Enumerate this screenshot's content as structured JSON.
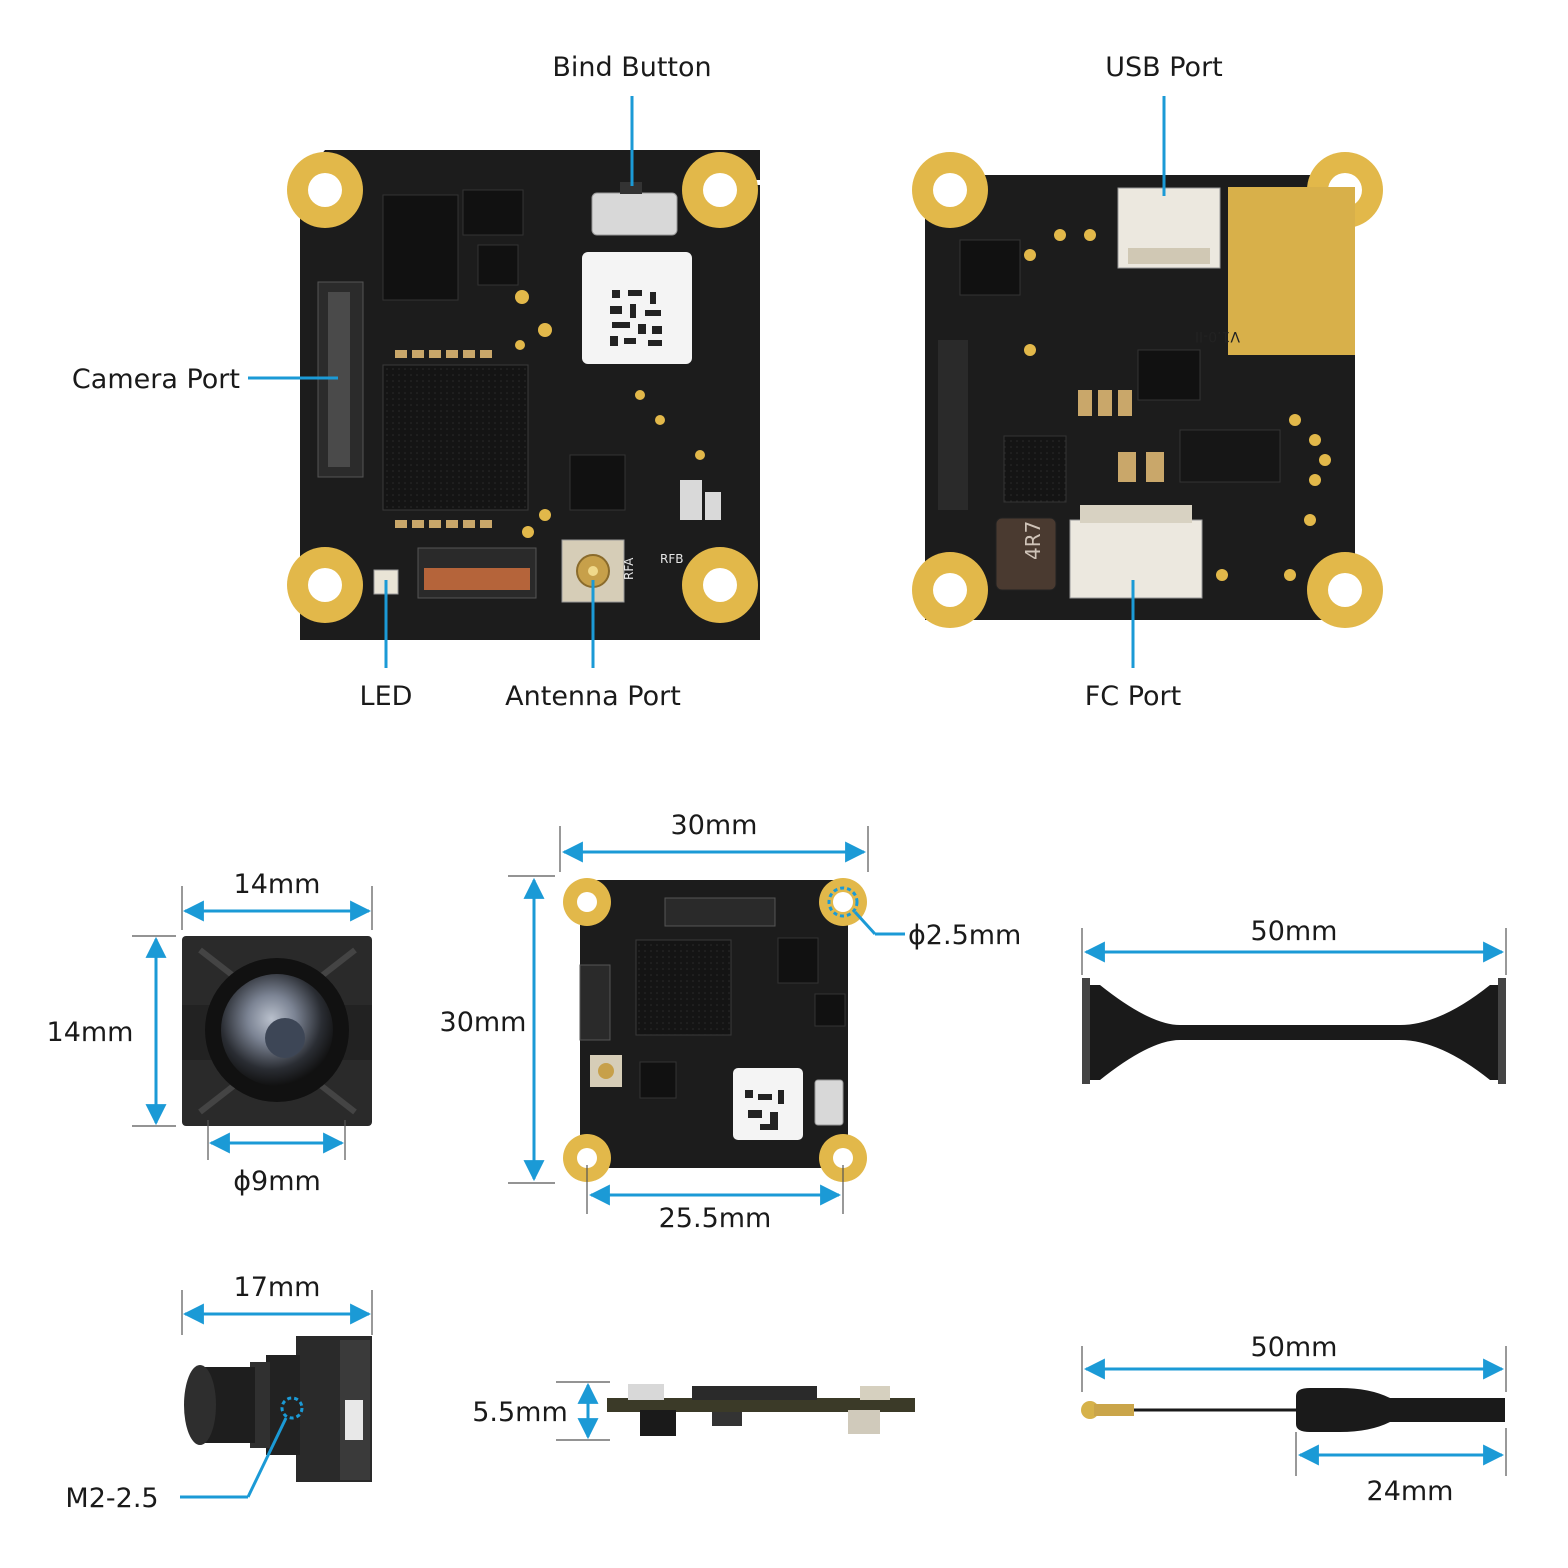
{
  "colors": {
    "accent": "#1b9ad6",
    "pcb": "#1c1c1c",
    "pad_gold": "#e2b84a",
    "text": "#1a1a1a"
  },
  "callouts": {
    "bind_button": "Bind Button",
    "usb_port": "USB Port",
    "camera_port": "Camera Port",
    "led": "LED",
    "antenna_port": "Antenna Port",
    "fc_port": "FC Port"
  },
  "dimensions": {
    "camera_width": "14mm",
    "camera_height": "14mm",
    "camera_lens": "ϕ9mm",
    "board_width": "30mm",
    "board_height": "30mm",
    "board_hole": "ϕ2.5mm",
    "board_hole_spacing": "25.5mm",
    "ribbon_length": "50mm",
    "camera_depth": "17mm",
    "camera_screw": "M2-2.5",
    "board_thickness": "5.5mm",
    "antenna_length": "50mm",
    "antenna_tip": "24mm"
  },
  "pcb_markings": {
    "rfa": "RFA",
    "rfb": "RFB",
    "inductor": "4R7",
    "version": "V1.0-II"
  }
}
